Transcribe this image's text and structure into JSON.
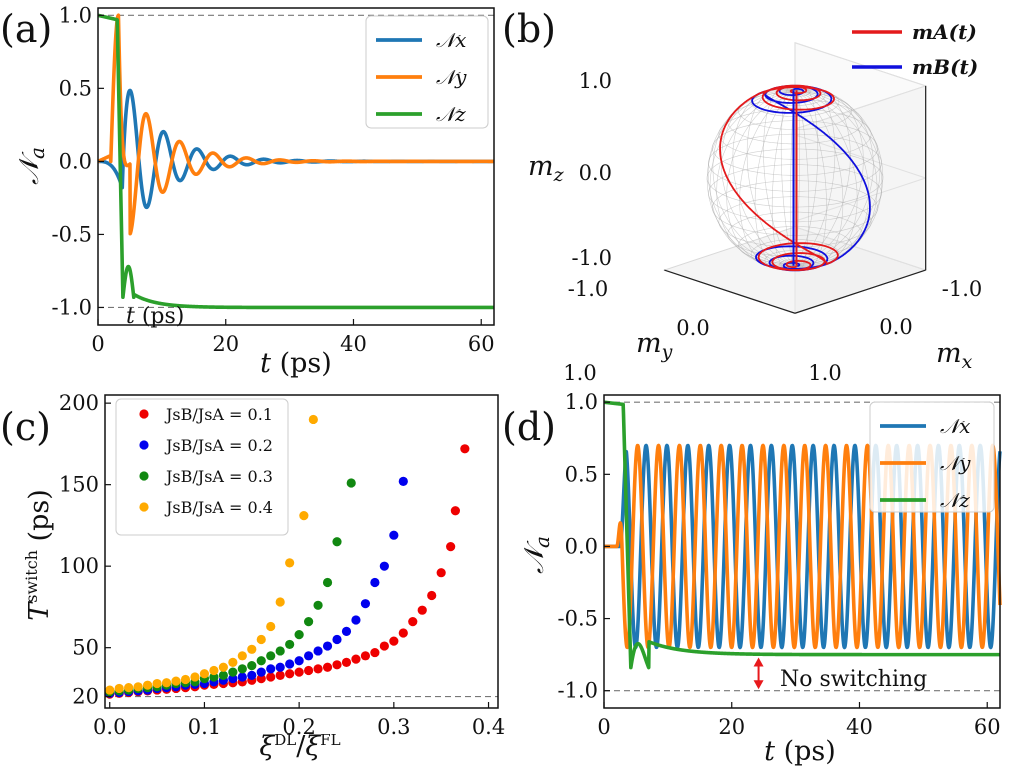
{
  "panels": [
    "(a)",
    "(b)",
    "(c)",
    "(d)"
  ],
  "chart_data": [
    {
      "id": "a",
      "type": "line",
      "xlabel": "t (ps)",
      "ylabel": "𝒩a",
      "xlim": [
        0,
        62
      ],
      "ylim": [
        -1.12,
        1.05
      ],
      "xticks": [
        "0",
        "20",
        "40",
        "60"
      ],
      "yticks": [
        "1.0",
        "0.5",
        "0.0",
        "-0.5",
        "-1.0"
      ],
      "reference_lines": [
        1.0,
        -1.0
      ],
      "annotation": "t (ps)",
      "legend": {
        "position": "top-right",
        "entries": [
          "𝒩x",
          "𝒩y",
          "𝒩z"
        ]
      },
      "colors": {
        "Nx": "#1f77b4",
        "Ny": "#ff7f0e",
        "Nz": "#2ca02c"
      },
      "series": [
        {
          "name": "𝒩x",
          "model": {
            "t0": 3.8,
            "amp": 0.6,
            "tau": 6.0,
            "omega": 1.2,
            "lead": -0.18
          }
        },
        {
          "name": "𝒩y",
          "model": {
            "t0": 2.5,
            "amp": 0.5,
            "tau": 6.0,
            "omega": 1.2,
            "peak": 1.0
          }
        },
        {
          "name": "𝒩z",
          "model": {
            "t0": 3.2,
            "final": -1.0,
            "dip": -0.93,
            "bump": -0.72
          }
        }
      ]
    },
    {
      "id": "b",
      "type": "line",
      "subtype": "3d-trajectory",
      "zlabel": "mz",
      "xlabel": "mx",
      "ylabel": "my",
      "zticks": [
        "1.0",
        "0.0",
        "-1.0"
      ],
      "xticks": [
        "-1.0",
        "0.0",
        "1.0"
      ],
      "yticks": [
        "-1.0",
        "0.0",
        "1.0"
      ],
      "legend": {
        "position": "top-right",
        "entries": [
          "mA(t)",
          "mB(t)"
        ]
      },
      "colors": {
        "mA": "#e41a1c",
        "mB": "#1010dd",
        "sphere": "#aaaaaa"
      }
    },
    {
      "id": "c",
      "type": "scatter",
      "xlabel": "ξDL/ξFL",
      "ylabel": "Tswitch (ps)",
      "xlim": [
        -0.005,
        0.41
      ],
      "ylim": [
        13,
        205
      ],
      "xticks": [
        "0.0",
        "0.1",
        "0.2",
        "0.3",
        "0.4"
      ],
      "yticks": [
        "200",
        "150",
        "100",
        "50",
        "20"
      ],
      "reference_lines": [
        20
      ],
      "legend": {
        "position": "top-left",
        "entries": [
          "JsB/JsA = 0.1",
          "JsB/JsA = 0.2",
          "JsB/JsA = 0.3",
          "JsB/JsA = 0.4"
        ]
      },
      "series": [
        {
          "name": "JsB/JsA = 0.1",
          "color": "#ee0000",
          "x": [
            0.0,
            0.01,
            0.02,
            0.03,
            0.04,
            0.05,
            0.06,
            0.07,
            0.08,
            0.09,
            0.1,
            0.11,
            0.12,
            0.13,
            0.14,
            0.15,
            0.16,
            0.17,
            0.18,
            0.19,
            0.2,
            0.21,
            0.22,
            0.23,
            0.24,
            0.25,
            0.26,
            0.27,
            0.28,
            0.29,
            0.3,
            0.31,
            0.32,
            0.33,
            0.34,
            0.35,
            0.36,
            0.365,
            0.375
          ],
          "y": [
            21.5,
            22,
            22.5,
            23,
            23.5,
            24,
            24.5,
            25,
            25.5,
            26,
            27,
            27.5,
            28,
            28.5,
            29,
            30,
            31,
            32,
            33,
            34,
            35,
            36,
            37,
            38,
            39.5,
            41,
            43,
            45,
            47,
            51,
            54,
            59,
            66,
            73,
            82,
            96,
            112,
            134,
            172
          ]
        },
        {
          "name": "JsB/JsA = 0.2",
          "color": "#0000ee",
          "x": [
            0.0,
            0.01,
            0.02,
            0.03,
            0.04,
            0.05,
            0.06,
            0.07,
            0.08,
            0.09,
            0.1,
            0.11,
            0.12,
            0.13,
            0.14,
            0.15,
            0.16,
            0.17,
            0.18,
            0.19,
            0.2,
            0.21,
            0.22,
            0.23,
            0.24,
            0.25,
            0.26,
            0.27,
            0.28,
            0.29,
            0.3,
            0.31
          ],
          "y": [
            22,
            22.5,
            23,
            23.5,
            24,
            25,
            25.5,
            26,
            27,
            27.5,
            28,
            29,
            30,
            31,
            32,
            33,
            35,
            37,
            38,
            40,
            42,
            45,
            48,
            51,
            55,
            60,
            67,
            77,
            90,
            100,
            119,
            152
          ]
        },
        {
          "name": "JsB/JsA = 0.3",
          "color": "#118811",
          "x": [
            0.0,
            0.01,
            0.02,
            0.03,
            0.04,
            0.05,
            0.06,
            0.07,
            0.08,
            0.09,
            0.1,
            0.11,
            0.12,
            0.13,
            0.14,
            0.15,
            0.16,
            0.17,
            0.18,
            0.19,
            0.2,
            0.21,
            0.22,
            0.23,
            0.24,
            0.255
          ],
          "y": [
            23,
            23.5,
            24,
            25,
            25.5,
            26,
            27,
            28,
            28.5,
            29,
            31,
            32,
            33,
            35,
            37,
            39,
            42,
            45,
            48,
            52,
            58,
            66,
            76,
            90,
            115,
            151
          ]
        },
        {
          "name": "JsB/JsA = 0.4",
          "color": "#ffaa00",
          "x": [
            0.0,
            0.01,
            0.02,
            0.03,
            0.04,
            0.05,
            0.06,
            0.07,
            0.08,
            0.09,
            0.1,
            0.11,
            0.12,
            0.13,
            0.14,
            0.15,
            0.16,
            0.17,
            0.18,
            0.19,
            0.205,
            0.215
          ],
          "y": [
            24,
            25,
            25.5,
            26,
            27,
            28,
            28.5,
            29.5,
            30.5,
            32,
            34,
            36,
            38,
            41,
            45,
            49,
            55,
            63,
            78,
            102,
            131,
            190
          ]
        }
      ]
    },
    {
      "id": "d",
      "type": "line",
      "xlabel": "t (ps)",
      "ylabel": "𝒩a",
      "xlim": [
        0,
        62
      ],
      "ylim": [
        -1.12,
        1.05
      ],
      "xticks": [
        "0",
        "20",
        "40",
        "60"
      ],
      "yticks": [
        "1.0",
        "0.5",
        "0.0",
        "-0.5",
        "-1.0"
      ],
      "reference_lines": [
        1.0,
        -1.0
      ],
      "annotation": "No switching",
      "legend": {
        "position": "top-right",
        "entries": [
          "𝒩x",
          "𝒩y",
          "𝒩z"
        ]
      },
      "colors": {
        "Nx": "#1f77b4",
        "Ny": "#ff7f0e",
        "Nz": "#2ca02c",
        "arrow": "#e8191c"
      },
      "series": [
        {
          "name": "𝒩x",
          "model": {
            "t0": 2.5,
            "amp": 0.7,
            "period": 3.27
          }
        },
        {
          "name": "𝒩y",
          "model": {
            "t0": 2.0,
            "amp": 0.7,
            "period": 3.27
          }
        },
        {
          "name": "𝒩z",
          "model": {
            "t0": 3.0,
            "final": -0.75,
            "dip": -0.84
          }
        }
      ]
    }
  ]
}
